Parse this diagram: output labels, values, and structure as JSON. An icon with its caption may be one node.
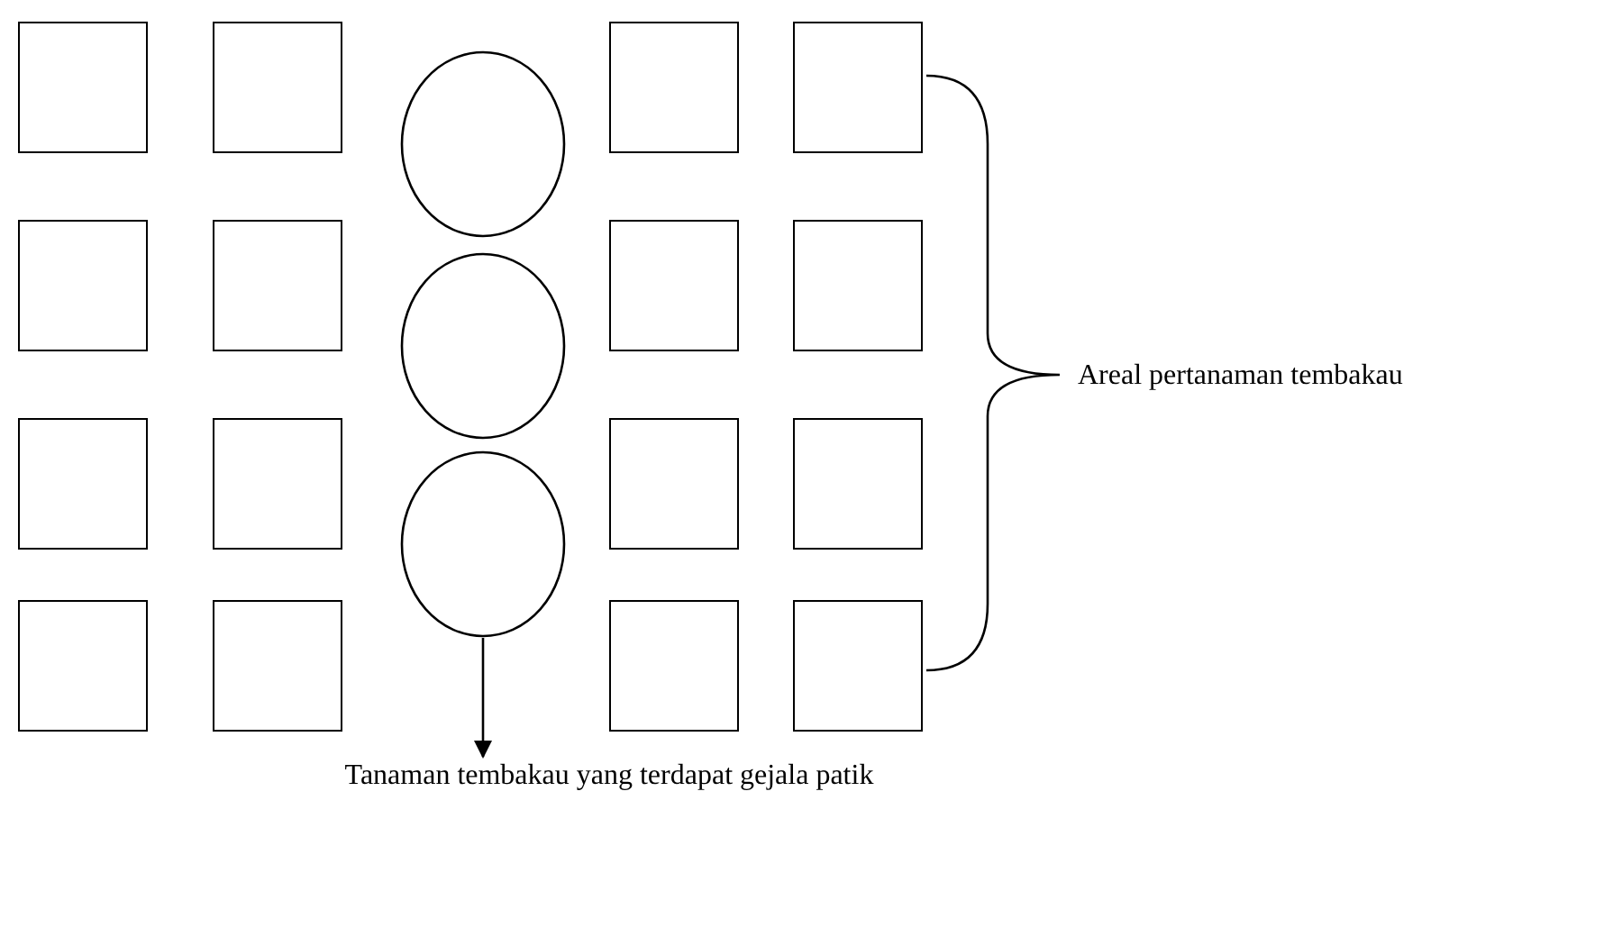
{
  "diagram": {
    "nodes": [
      {
        "text": [],
        "shape": "box"
      },
      {
        "text": [],
        "shape": "box"
      },
      {
        "text": [],
        "shape": "box"
      },
      {
        "text": [],
        "shape": "box"
      },
      {
        "text": [],
        "shape": "box"
      },
      {
        "text": [],
        "shape": "box"
      },
      {
        "text": [],
        "shape": "box"
      },
      {
        "text": [],
        "shape": "box"
      },
      {
        "text": [],
        "shape": "box"
      },
      {
        "text": [],
        "shape": "box"
      },
      {
        "text": [],
        "shape": "box"
      },
      {
        "text": [],
        "shape": "box"
      },
      {
        "text": [],
        "shape": "box"
      },
      {
        "text": [],
        "shape": "box"
      },
      {
        "text": [],
        "shape": "box"
      },
      {
        "text": [],
        "shape": "box"
      },
      {
        "text": [],
        "shape": "circle"
      },
      {
        "text": [],
        "shape": "circle"
      },
      {
        "text": [],
        "shape": "circle"
      },
      {
        "text": [
          "Tanaman tembakau yang terdapat gejala patik"
        ]
      }
    ],
    "edges": [
      {
        "from": 18,
        "to": 19,
        "arrow": "to"
      }
    ],
    "labels": [
      "Areal pertanaman tembakau"
    ]
  }
}
